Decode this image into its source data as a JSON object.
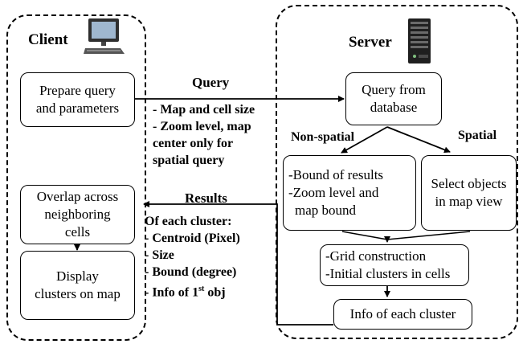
{
  "client": {
    "title": "Client",
    "prepare": [
      "Prepare query",
      "and parameters"
    ],
    "overlap": [
      "Overlap across",
      "neighboring",
      "cells"
    ],
    "display": [
      "Display",
      "clusters on map"
    ]
  },
  "server": {
    "title": "Server",
    "query_db": [
      "Query from",
      "database"
    ],
    "nonspatial_label": "Non-spatial",
    "spatial_label": "Spatial",
    "bound": [
      "-Bound of results",
      "-Zoom level and",
      "map bound"
    ],
    "select": [
      "Select objects",
      "in map view"
    ],
    "grid": [
      "-Grid construction",
      "-Initial clusters in cells"
    ],
    "info": "Info of each cluster"
  },
  "query_label": {
    "title": "Query",
    "lines": [
      "- Map and cell size",
      "- Zoom level, map",
      "center  only for",
      "spatial query"
    ]
  },
  "results_label": {
    "title": "Results",
    "lines": [
      "Of each cluster:",
      "- Centroid (Pixel)",
      "- Size",
      "- Bound (degree)"
    ],
    "last_prefix": "- Info of 1",
    "last_sup": "st",
    "last_suffix": " obj"
  },
  "icons": {
    "client": "computer-monitor-icon",
    "server": "server-tower-icon"
  }
}
